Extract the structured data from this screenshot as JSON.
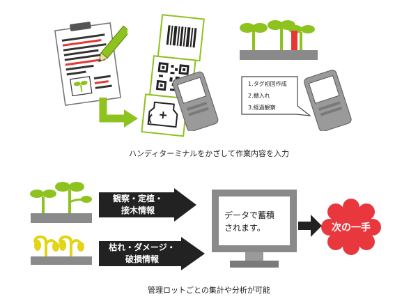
{
  "top": {
    "caption": "ハンディターミナルをかざして作業内容を入力",
    "tag_list": [
      "1.タグ初回作成",
      "2.棚入れ",
      "3.経過観察"
    ]
  },
  "bottom": {
    "label_1": [
      "観察・定植・",
      "接木情報"
    ],
    "label_2": [
      "枯れ・ダメージ・",
      "破損情報"
    ],
    "screen_text": [
      "データで蓄積",
      "されます。"
    ],
    "next_step": "次の一手",
    "caption": "管理ロットごとの集計や分析が可能"
  },
  "colors": {
    "green": "#8dc21f",
    "yellow": "#e3d416",
    "dark": "#222222",
    "gray": "#8a8a8a",
    "red": "#e8383d",
    "stripe": "#e53935"
  }
}
